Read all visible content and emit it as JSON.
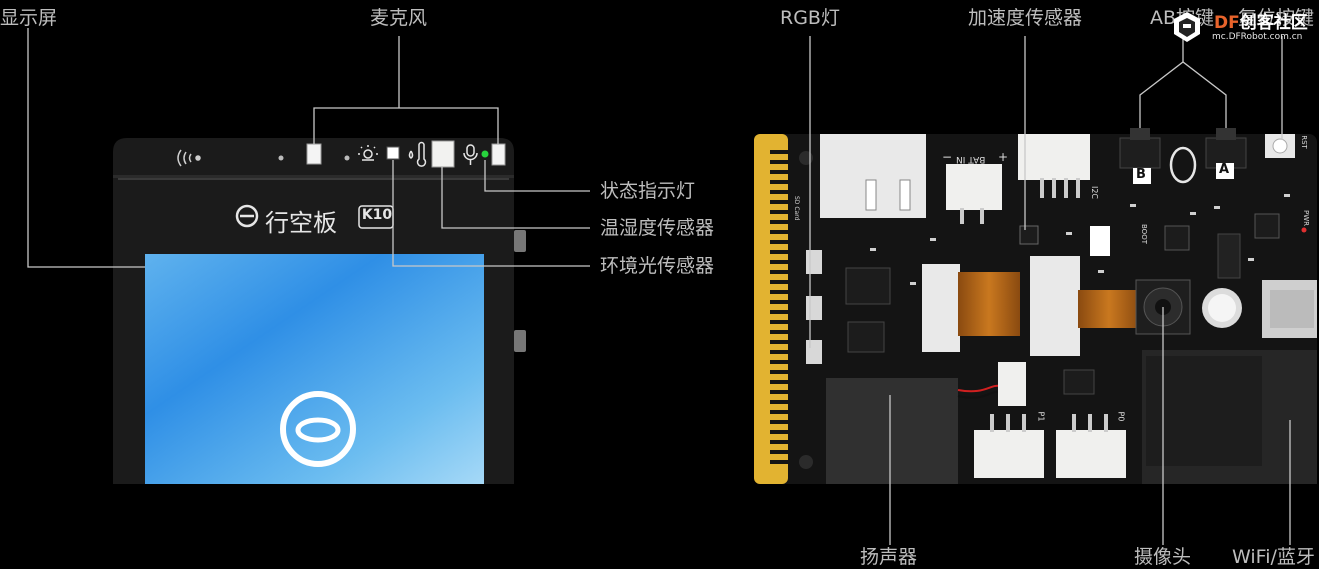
{
  "labels": {
    "display": "显示屏",
    "microphone": "麦克风",
    "status_light": "状态指示灯",
    "temp_humidity": "温湿度传感器",
    "ambient_light": "环境光传感器",
    "rgb": "RGB灯",
    "accelerometer": "加速度传感器",
    "ab_keys": "AB按键",
    "reset_key": "复位按键",
    "speaker": "扬声器",
    "camera": "摄像头",
    "wifi_bt": "WiFi/蓝牙"
  },
  "board_front": {
    "brand": "行空板",
    "model": "K10"
  },
  "board_back": {
    "sd_card": "SD Card",
    "bat_in": "BAT IN",
    "i2c": "I2C",
    "boot": "BOOT",
    "rst": "RST",
    "pwr": "PWR",
    "btn_b": "B",
    "btn_a": "A",
    "p1": "P1",
    "p0": "P0",
    "minus": "−",
    "plus": "+"
  },
  "watermark": {
    "df": "DF",
    "title": "创客社区",
    "url": "mc.DFRobot.com.cn"
  },
  "colors": {
    "pcb": "#141414",
    "gold": "#e2b331",
    "screen_a": "#2e8fe6",
    "screen_b": "#8fd0f4",
    "line": "#c8c8c8",
    "text": "#bdbdbd",
    "led_green": "#27d33d",
    "accent_orange": "#e8632b"
  }
}
